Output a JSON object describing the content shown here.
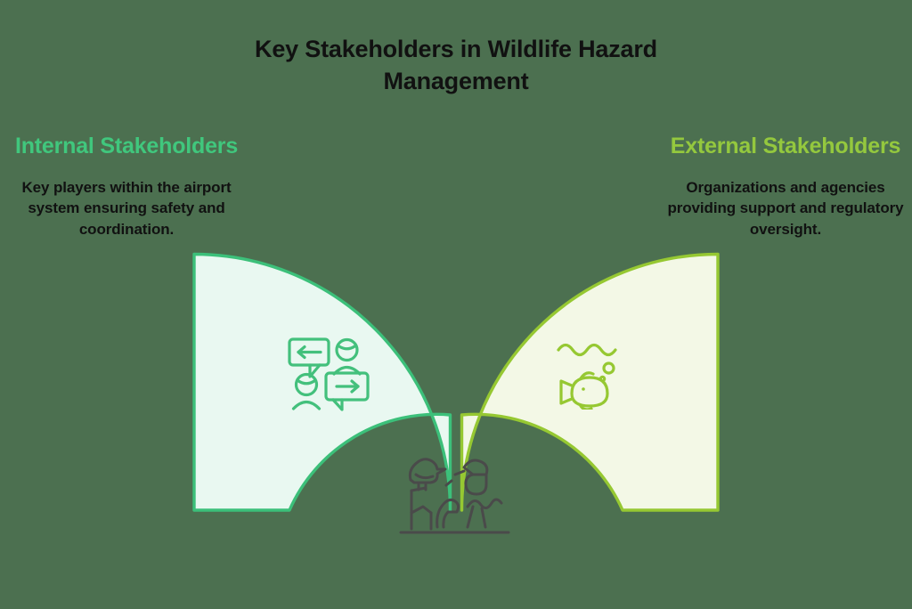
{
  "page": {
    "background_color": "#4c7050",
    "title": "Key Stakeholders in Wildlife Hazard Management"
  },
  "diagram": {
    "type": "two-segment-quarter-arch",
    "left": {
      "heading": "Internal Stakeholders",
      "description": "Key players within the airport system ensuring safety and coordination.",
      "accent_color": "#40c77d",
      "stroke_color": "#3cc07a",
      "fill_color": "#e9f8f1",
      "icon": "people-speech-bubbles-icon"
    },
    "right": {
      "heading": "External Stakeholders",
      "description": "Organizations and agencies providing support and regulatory oversight.",
      "accent_color": "#94c83e",
      "stroke_color": "#96c832",
      "fill_color": "#f3f8e6",
      "icon": "fish-water-icon"
    },
    "center": {
      "icon": "wildlife-birds-icon",
      "icon_color": "#4a4a4a"
    }
  }
}
